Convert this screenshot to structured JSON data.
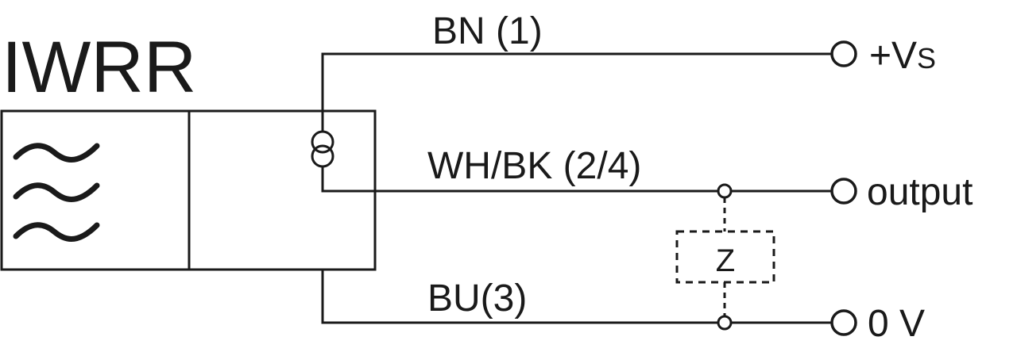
{
  "title": "IWRR",
  "wires": {
    "top_label": "BN (1)",
    "middle_label": "WH/BK (2/4)",
    "bottom_label": "BU(3)"
  },
  "terminals": {
    "supply_plus": "+V",
    "supply_sub": "S",
    "output": "output",
    "zero": "0 V"
  },
  "load": {
    "label": "Z"
  },
  "colors": {
    "line": "#1a1a1a",
    "background": "#ffffff"
  }
}
